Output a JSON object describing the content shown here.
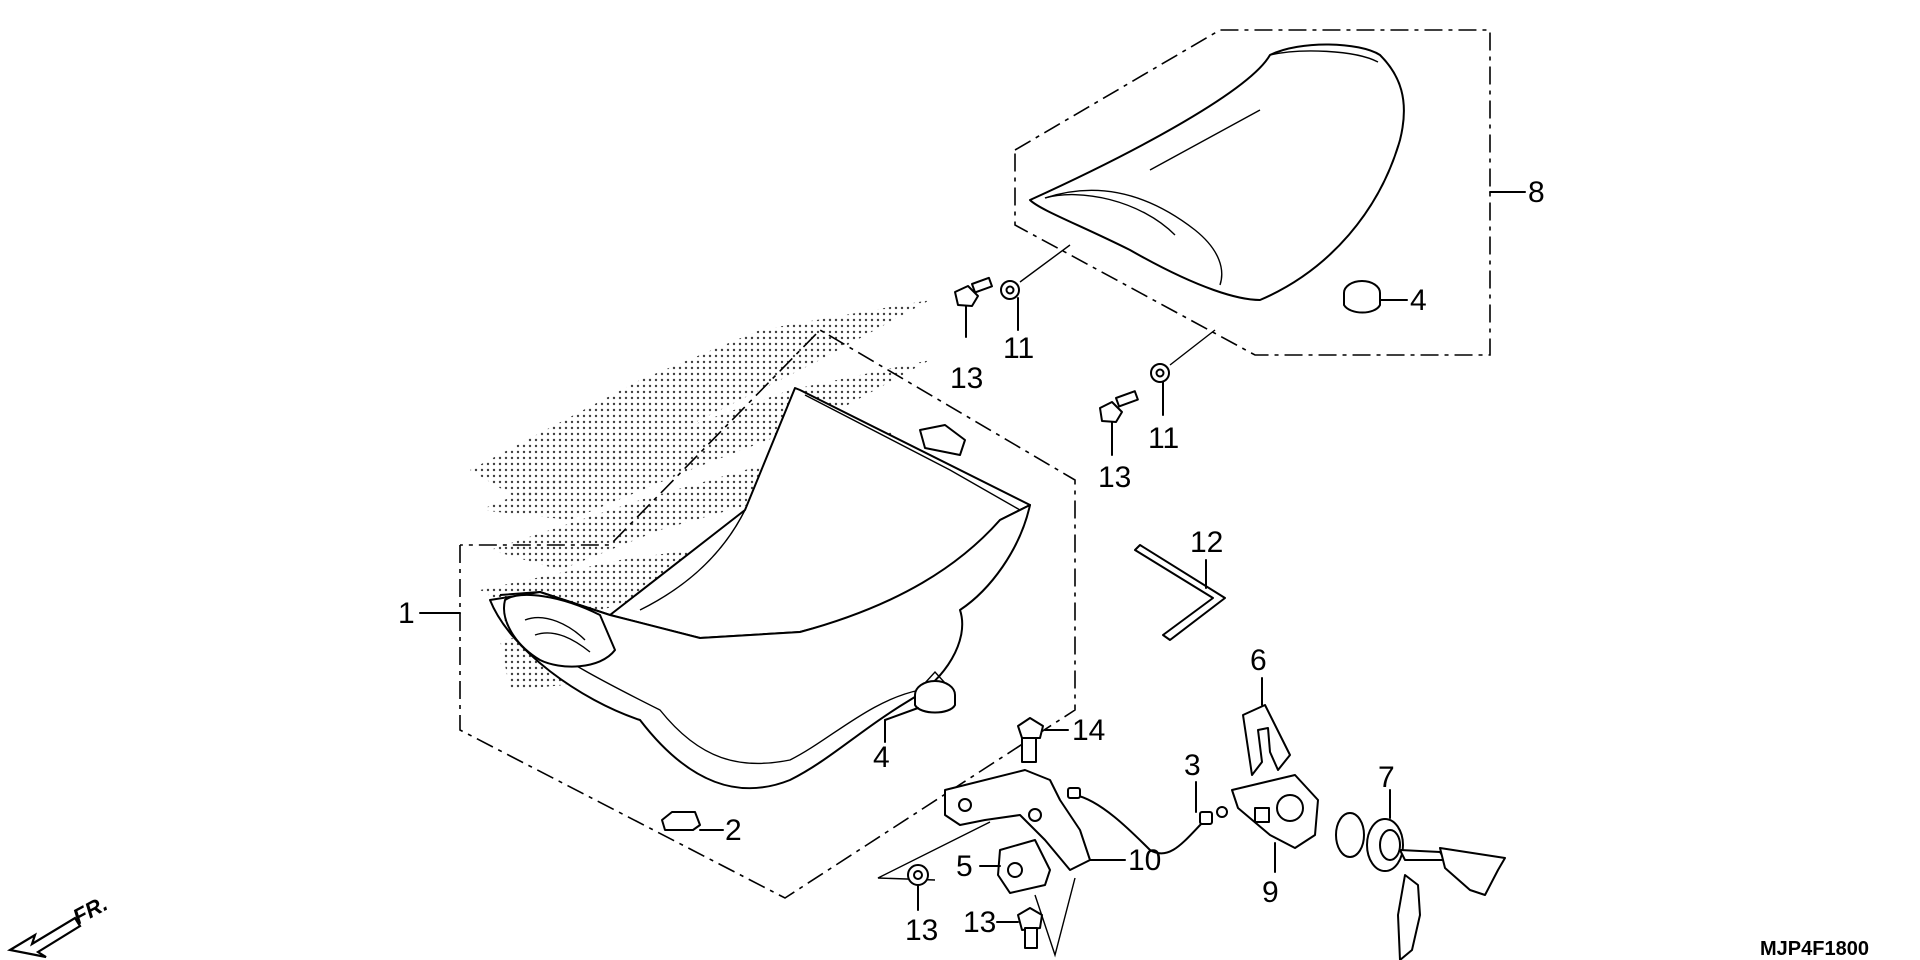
{
  "diagram": {
    "drawing_code": "MJP4F1800",
    "front_indicator": "FR.",
    "callouts": {
      "seat": "1",
      "seat_rubber": "2",
      "seat_cable": "3",
      "rubber_cushion_seat": "4",
      "rubber_cushion_cowl": "4",
      "latch_lock": "5",
      "spring_clip": "6",
      "key_cylinder": "7",
      "seat_cowl": "8",
      "lock_bracket": "9",
      "latch_bracket": "10",
      "washer_upper": "11",
      "washer_lower": "11",
      "hex_wrench": "12",
      "bolt_cowl_upper": "13",
      "bolt_cowl_lower": "13",
      "nut_latch": "13",
      "bolt_latch": "13",
      "bolt_bracket": "14"
    }
  }
}
